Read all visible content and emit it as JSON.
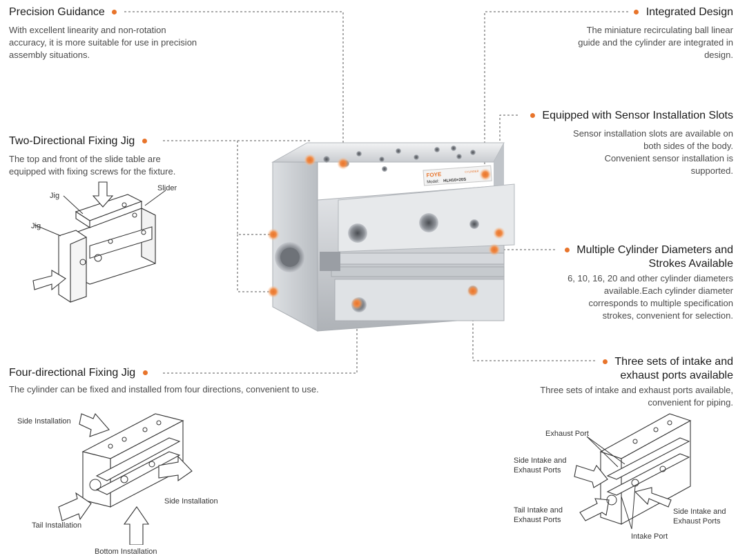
{
  "accent_color": "#e8742b",
  "features": {
    "precision": {
      "title": "Precision Guidance",
      "desc_lines": [
        "With excellent linearity and non-rotation",
        "accuracy, it is more suitable for use in precision",
        "assembly situations."
      ]
    },
    "two_dir": {
      "title": "Two-Directional Fixing Jig",
      "desc_lines": [
        "The top and front of the slide table are",
        "equipped with fixing screws for the fixture."
      ]
    },
    "four_dir": {
      "title": "Four-directional Fixing Jig",
      "desc_lines": [
        "The cylinder can be fixed and installed from four directions, convenient to use."
      ]
    },
    "integrated": {
      "title": "Integrated Design",
      "desc_lines": [
        "The miniature recirculating ball linear",
        "guide and the cylinder are integrated in",
        "design."
      ]
    },
    "sensor": {
      "title": "Equipped with Sensor Installation Slots",
      "desc_lines": [
        "Sensor installation slots are available on",
        "both sides of the body.",
        "Convenient sensor installation is",
        "supported."
      ]
    },
    "multi": {
      "title_lines": [
        "Multiple Cylinder Diameters and",
        "Strokes Available"
      ],
      "desc_lines": [
        "6, 10, 16, 20 and other cylinder diameters",
        "available.Each cylinder diameter",
        "corresponds to multiple specification",
        "strokes, convenient for selection."
      ]
    },
    "ports": {
      "title_lines": [
        "Three sets of intake and",
        "exhaust ports available"
      ],
      "desc_lines": [
        "Three sets of intake and exhaust ports available,",
        "convenient for piping."
      ]
    }
  },
  "product": {
    "brand": "FOYE",
    "sublabel": "CYLINDER",
    "model_label": "Model:",
    "model": "HLH10×20S"
  },
  "jig_labels": {
    "jig_top": "Jig",
    "slider": "Slider",
    "jig_front": "Jig"
  },
  "install_labels": {
    "side_top": "Side Installation",
    "side_right": "Side Installation",
    "tail": "Tail Installation",
    "bottom": "Bottom Installation"
  },
  "port_labels": {
    "exhaust": "Exhaust Port",
    "side_intake_l1": "Side Intake and",
    "side_intake_l2": "Exhaust Ports",
    "tail_l1": "Tail Intake and",
    "tail_l2": "Exhaust Ports",
    "side_intake_r1": "Side Intake and",
    "side_intake_r2": "Exhaust Ports",
    "intake": "Intake Port"
  }
}
